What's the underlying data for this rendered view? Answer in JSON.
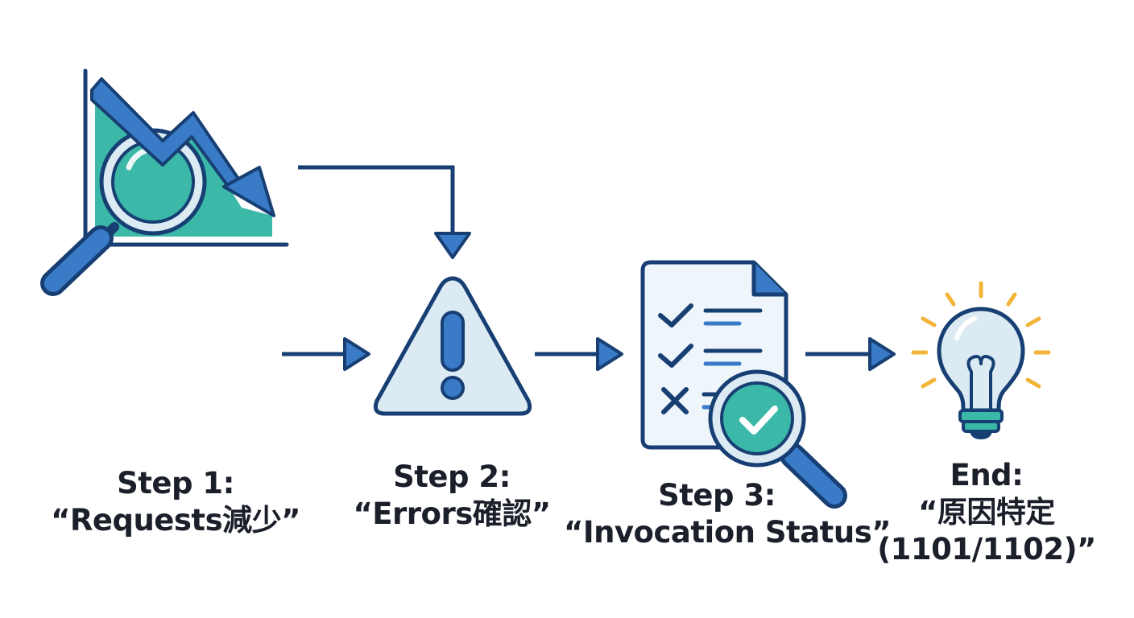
{
  "steps": [
    {
      "id": "step1",
      "title": "Step 1:",
      "text": "“Requests減少”",
      "icon": "chart-magnifier-icon"
    },
    {
      "id": "step2",
      "title": "Step 2:",
      "text": "“Errors確認”",
      "icon": "warning-icon"
    },
    {
      "id": "step3",
      "title": "Step 3:",
      "text": "“Invocation Status”",
      "icon": "checklist-magnifier-icon"
    },
    {
      "id": "end",
      "title": "End:",
      "text_lines": [
        "“原因特定",
        "(1101/1102)”"
      ],
      "icon": "lightbulb-icon"
    }
  ],
  "colors": {
    "outline": "#173f73",
    "blue": "#3a7bc8",
    "teal": "#3bb8a8",
    "light_blue": "#dbeaf3",
    "paper": "#eef5fb",
    "yellow": "#f2b53a",
    "text": "#1b1f2a"
  }
}
